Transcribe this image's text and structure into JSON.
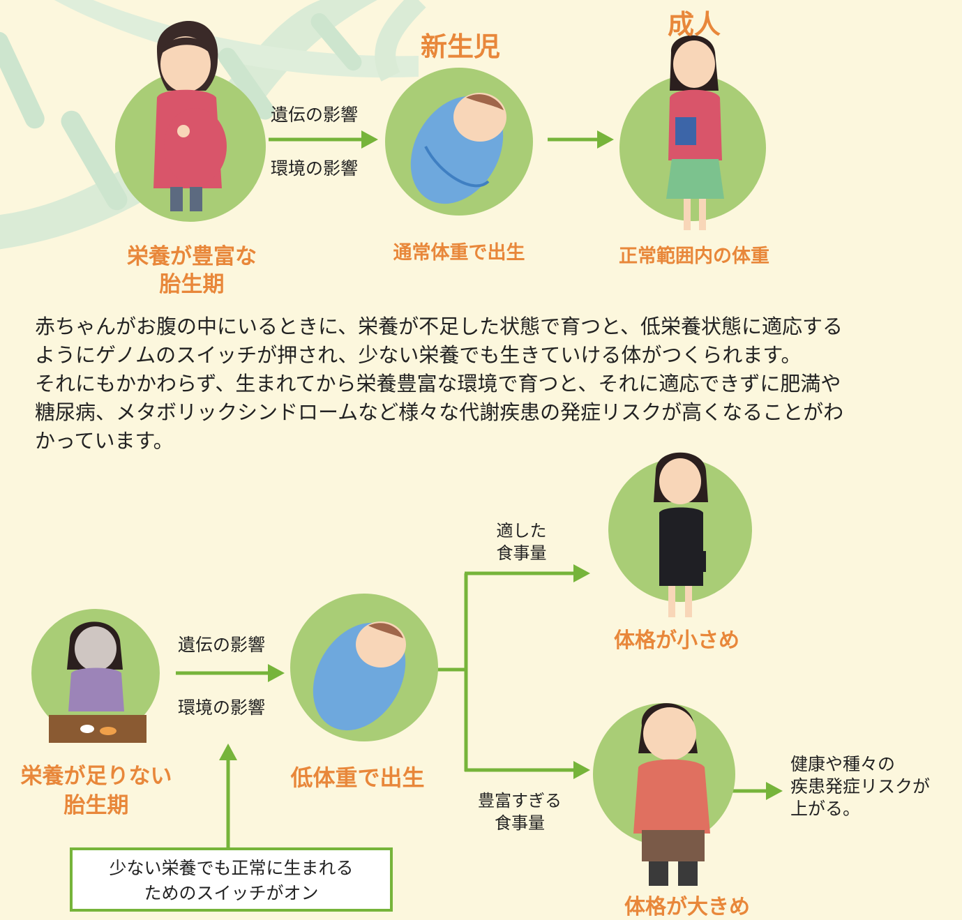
{
  "top": {
    "mother_label_line1": "栄養が豊富な",
    "mother_label_line2": "胎生期",
    "arrow_label_genetic": "遺伝の影響",
    "arrow_label_environment": "環境の影響",
    "newborn_title": "新生児",
    "newborn_label": "通常体重で出生",
    "adult_title": "成人",
    "adult_label": "正常範囲内の体重"
  },
  "paragraph": {
    "lines": [
      "赤ちゃんがお腹の中にいるときに、栄養が不足した状態で育つと、低栄養状態に適応する",
      "ようにゲノムのスイッチが押され、少ない栄養でも生きていける体がつくられます。",
      "それにもかかわらず、生まれてから栄養豊富な環境で育つと、それに適応できずに肥満や",
      "糖尿病、メタボリックシンドロームなど様々な代謝疾患の発症リスクが高くなることがわ",
      "かっています。"
    ]
  },
  "bottom": {
    "mother_label_line1": "栄養が足りない",
    "mother_label_line2": "胎生期",
    "arrow_label_genetic": "遺伝の影響",
    "arrow_label_environment": "環境の影響",
    "newborn_label": "低体重で出生",
    "branch_top_line1": "適した",
    "branch_top_line2": "食事量",
    "branch_bottom_line1": "豊富すぎる",
    "branch_bottom_line2": "食事量",
    "small_label": "体格が小さめ",
    "large_label": "体格が大きめ",
    "risk_line1": "健康や種々の",
    "risk_line2": "疾患発症リスクが",
    "risk_line3": "上がる。",
    "switch_line1": "少ない栄養でも正常に生まれる",
    "switch_line2": "ためのスイッチがオン"
  },
  "colors": {
    "background": "#fcf7dd",
    "circle_green": "#a9cd76",
    "arrow_green": "#76b43a",
    "label_orange": "#e8873a"
  }
}
